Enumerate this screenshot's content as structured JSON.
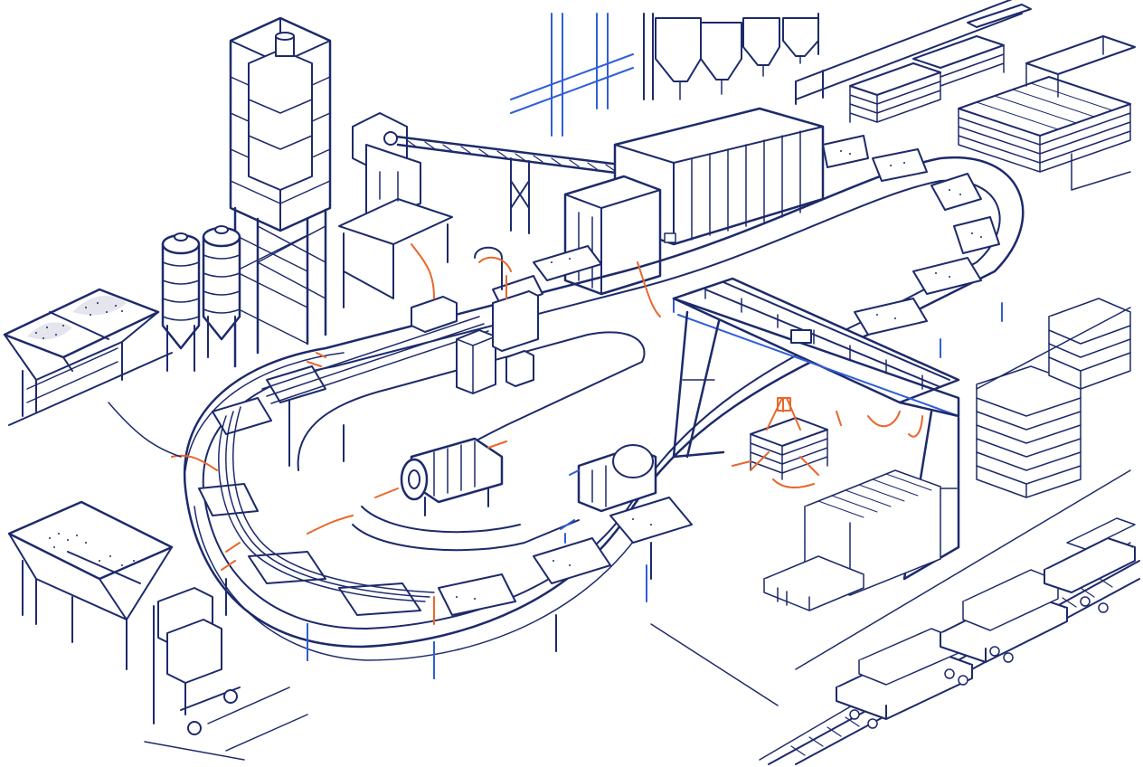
{
  "colors": {
    "ink": "#1d2a6b",
    "accent_blue": "#2f5fd8",
    "accent_orange": "#e8672a",
    "background": "#ffffff"
  },
  "illustration": {
    "style": "isometric-line-art",
    "components": [
      "aggregate-hopper-left",
      "aggregate-hopper-bottom",
      "cement-silos",
      "batching-tower",
      "inclined-conveyor",
      "curing-chamber",
      "circulating-mould-track",
      "tensioning-machine",
      "concrete-distributor",
      "gantry-crane",
      "sleeper-stacks",
      "rail-wagons",
      "product-racks"
    ]
  }
}
